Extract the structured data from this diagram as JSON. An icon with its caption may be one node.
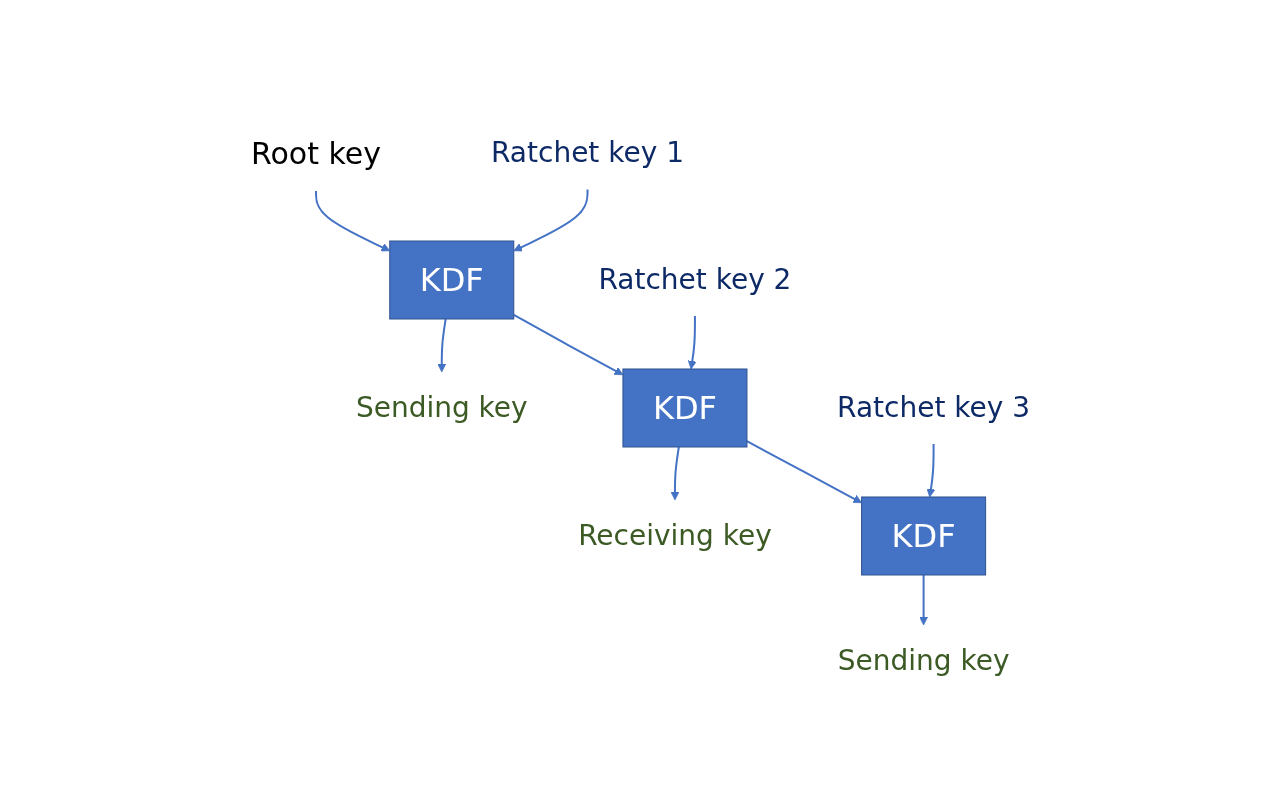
{
  "diagram": {
    "nodes": [
      {
        "text": [
          "Root key"
        ]
      },
      {
        "text": [
          "Ratchet key 1"
        ]
      },
      {
        "text": [
          "KDF"
        ]
      },
      {
        "text": [
          "Sending key"
        ]
      },
      {
        "text": [
          "Ratchet key 2"
        ]
      },
      {
        "text": [
          "KDF"
        ]
      },
      {
        "text": [
          "Receiving key"
        ]
      },
      {
        "text": [
          "Ratchet key 3"
        ]
      },
      {
        "text": [
          "KDF"
        ]
      },
      {
        "text": [
          "Sending key"
        ]
      }
    ],
    "edges": [
      {
        "from": 0,
        "to": 2,
        "arrow": "to"
      },
      {
        "from": 1,
        "to": 2,
        "arrow": "to"
      },
      {
        "from": 2,
        "to": 3,
        "arrow": "to"
      },
      {
        "from": 2,
        "to": 5,
        "arrow": "to"
      },
      {
        "from": 4,
        "to": 5,
        "arrow": "to"
      },
      {
        "from": 5,
        "to": 6,
        "arrow": "to"
      },
      {
        "from": 5,
        "to": 8,
        "arrow": "to"
      },
      {
        "from": 7,
        "to": 8,
        "arrow": "to"
      },
      {
        "from": 8,
        "to": 9,
        "arrow": "to"
      }
    ]
  }
}
